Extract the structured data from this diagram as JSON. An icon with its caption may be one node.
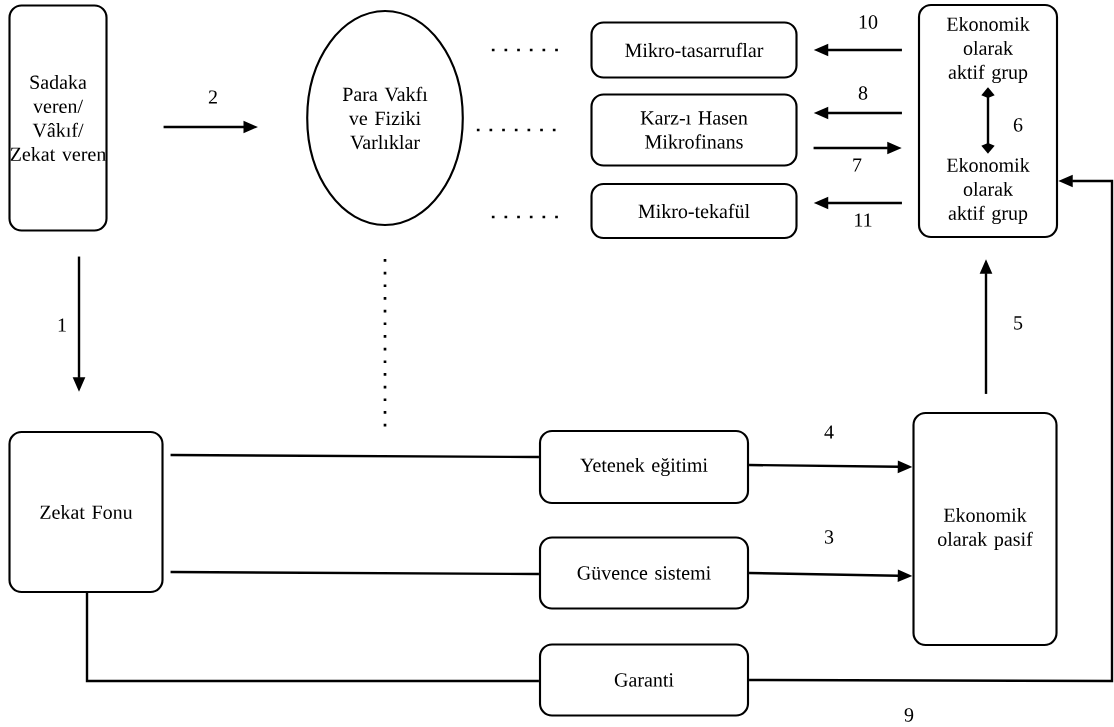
{
  "diagram": {
    "nodes": [
      {
        "text": [
          "Sadaka veren/ Vâkıf/ Zekat veren"
        ]
      },
      {
        "text": [
          "Para Vakfı ve Fiziki Varlıklar"
        ]
      },
      {
        "text": [
          "Mikro-tasarruflar"
        ]
      },
      {
        "text": [
          "Karz-ı Hasen Mikrofinans"
        ]
      },
      {
        "text": [
          "Mikro-tekafül"
        ]
      },
      {
        "text": [],
        "shape": "box"
      },
      {
        "text": [
          "Ekonomik olarak aktif grup"
        ],
        "in": 5
      },
      {
        "text": [
          "Ekonomik olarak aktif grup"
        ],
        "in": 5
      },
      {
        "text": [
          "Zekat Fonu"
        ]
      },
      {
        "text": [
          "Yetenek eğitimi"
        ]
      },
      {
        "text": [
          "Güvence sistemi"
        ]
      },
      {
        "text": [
          "Garanti"
        ]
      },
      {
        "text": [
          "Ekonomik olarak pasif"
        ]
      }
    ],
    "edges": [
      {
        "from": 0,
        "to": 8,
        "arrow": "to",
        "label": "1"
      },
      {
        "from": 0,
        "to": 1,
        "arrow": "to",
        "label": "2"
      },
      {
        "from": 8,
        "to": 9,
        "arrow": "none"
      },
      {
        "from": 9,
        "to": 12,
        "arrow": "to",
        "label": "4"
      },
      {
        "from": 8,
        "to": 10,
        "arrow": "none"
      },
      {
        "from": 10,
        "to": 12,
        "arrow": "to",
        "label": "3"
      },
      {
        "from": 8,
        "to": 11,
        "arrow": "none"
      },
      {
        "from": 11,
        "to": 5,
        "arrow": "to",
        "label": "9"
      },
      {
        "from": 12,
        "to": 5,
        "arrow": "to",
        "label": "5"
      },
      {
        "from": 5,
        "to": 2,
        "arrow": "to",
        "label": "10"
      },
      {
        "from": 5,
        "to": 3,
        "arrow": "to",
        "label": "8"
      },
      {
        "from": 3,
        "to": 5,
        "arrow": "to",
        "label": "7"
      },
      {
        "from": 5,
        "to": 4,
        "arrow": "to",
        "label": "11"
      },
      {
        "from": 6,
        "to": 7,
        "arrow": "both",
        "label": "6"
      },
      {
        "from": 1,
        "to": 2,
        "arrow": "none",
        "style": "dashed"
      },
      {
        "from": 1,
        "to": 3,
        "arrow": "none",
        "style": "dashed"
      },
      {
        "from": 1,
        "to": 4,
        "arrow": "none",
        "style": "dashed"
      },
      {
        "from": 1,
        "to": null,
        "arrow": "none",
        "style": "dashed"
      }
    ]
  }
}
